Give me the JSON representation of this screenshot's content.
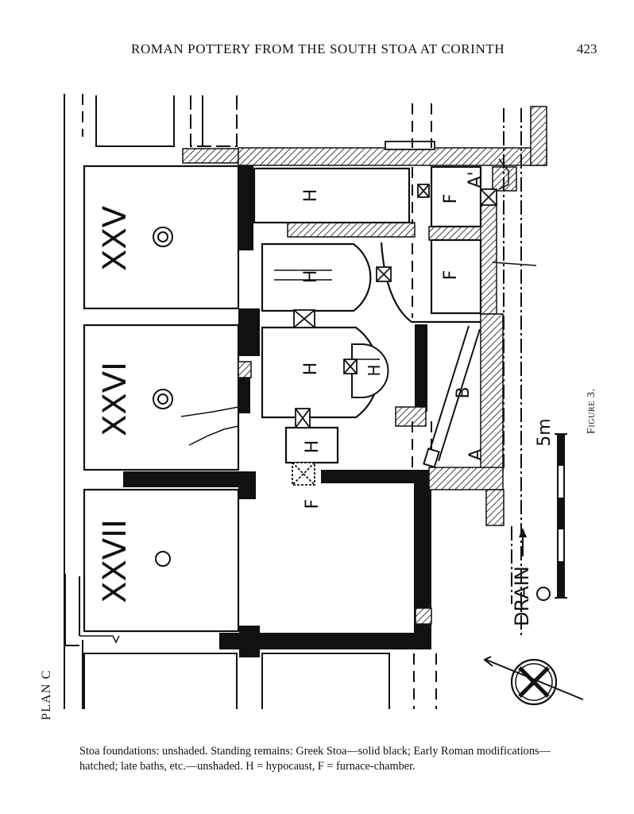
{
  "header": {
    "running_title": "ROMAN POTTERY FROM THE SOUTH STOA AT CORINTH",
    "page_number": "423"
  },
  "plan": {
    "label": "PLAN C",
    "shops": [
      "XXV",
      "XXVI",
      "XXVII"
    ],
    "room_codes": {
      "hypocaust": "H",
      "furnace": "F",
      "point_a": "A",
      "point_a_prime": "A'",
      "point_b": "B"
    },
    "drain_label": "DRAIN",
    "scale_label": "5m"
  },
  "figure": {
    "label": "Figure 3."
  },
  "caption": "Stoa foundations: unshaded. Standing remains: Greek Stoa—solid black; Early Roman modifications—hatched; late baths, etc.—unshaded. H = hypocaust, F = furnace-chamber."
}
